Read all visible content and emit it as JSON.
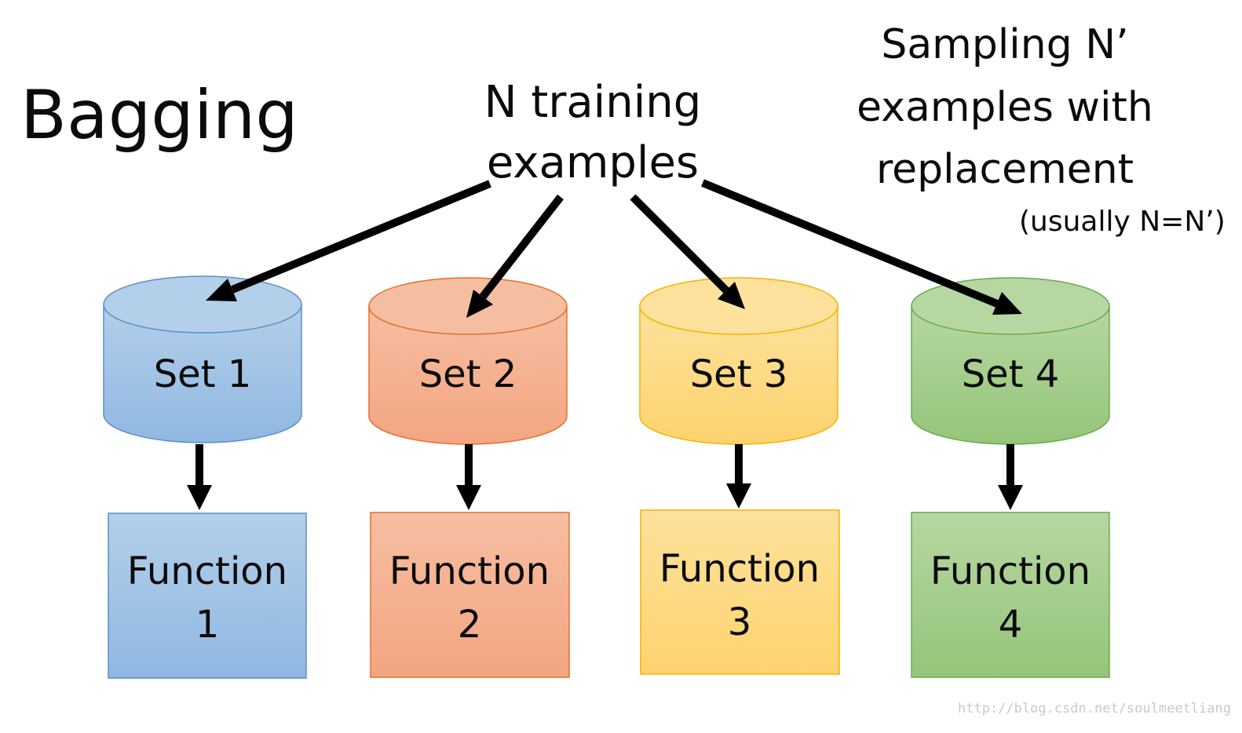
{
  "title": "Bagging",
  "root": {
    "line1": "N training",
    "line2": "examples"
  },
  "note": {
    "line1": "Sampling N’",
    "line2": "examples with",
    "line3": "replacement",
    "sub": "(usually N=N’)"
  },
  "sets": [
    {
      "label": "Set 1",
      "function_line1": "Function",
      "function_line2": "1",
      "color": "#9dc3e6"
    },
    {
      "label": "Set 2",
      "function_line1": "Function",
      "function_line2": "2",
      "color": "#f4b183"
    },
    {
      "label": "Set 3",
      "function_line1": "Function",
      "function_line2": "3",
      "color": "#ffd966"
    },
    {
      "label": "Set 4",
      "function_line1": "Function",
      "function_line2": "4",
      "color": "#a9d18e"
    }
  ],
  "watermark": "http://blog.csdn.net/soulmeetliang"
}
